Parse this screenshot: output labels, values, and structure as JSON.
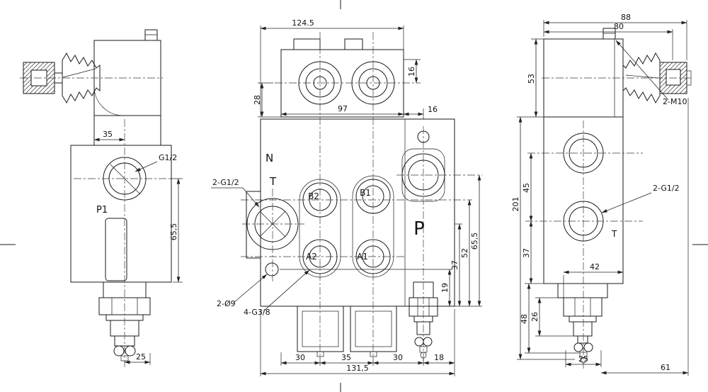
{
  "sheet": {
    "background": "#ffffff",
    "line_color": "#1a1a1a"
  },
  "left_view": {
    "dim_width_top": "35",
    "port_thread_label": "G1/2",
    "port_name": "P1",
    "dim_height": "65,5",
    "dim_bottom": "25"
  },
  "top_view": {
    "dim_overall_width": "124.5",
    "dim_depth": "28",
    "dim_port_offset": "16",
    "dim_port_spacing": "97",
    "dim_right_offset": "16"
  },
  "front_view": {
    "label_n": "N",
    "label_t": "T",
    "label_p": "P",
    "port_b2": "B2",
    "port_b1": "B1",
    "port_a2": "A2",
    "port_a1": "A1",
    "note_inlet_ports": "2-G1/2",
    "note_mount_holes": "2-Ø9",
    "note_work_ports": "4-G3/8",
    "dim_h_65_5": "65,5",
    "dim_h_52": "52",
    "dim_h_37": "37",
    "dim_h_19": "19",
    "dim_w_30_left": "30",
    "dim_w_35": "35",
    "dim_w_30_right": "30",
    "dim_w_18": "18",
    "dim_overall_width": "131,5"
  },
  "right_view": {
    "dim_88": "88",
    "dim_80": "80",
    "dim_53": "53",
    "dim_201": "201",
    "dim_45": "45",
    "dim_37": "37",
    "dim_42": "42",
    "dim_26": "26",
    "dim_48": "48",
    "dim_25": "25",
    "dim_61": "61",
    "note_mount_thread": "2-M10",
    "note_ports": "2-G1/2",
    "label_t": "T"
  }
}
